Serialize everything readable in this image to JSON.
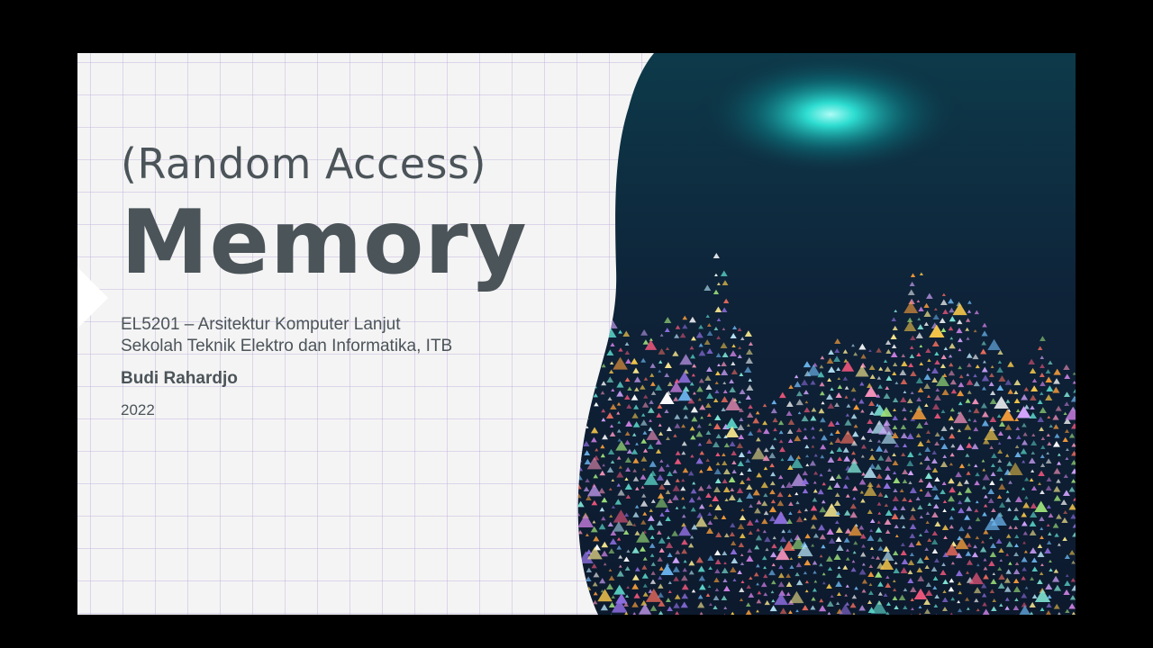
{
  "slide": {
    "subtitle": "(Random Access)",
    "title": "Memory",
    "course_line_1": "EL5201 – Arsitektur Komputer Lanjut",
    "course_line_2": "Sekolah Teknik Elektro dan Informatika, ITB",
    "author": "Budi Rahardjo",
    "year": "2022"
  },
  "colors": {
    "letterbox": "#000000",
    "slide_bg": "#f4f4f4",
    "text": "#4b5459",
    "night_sky": "#0e1e33",
    "glow": "#19e3d4"
  }
}
